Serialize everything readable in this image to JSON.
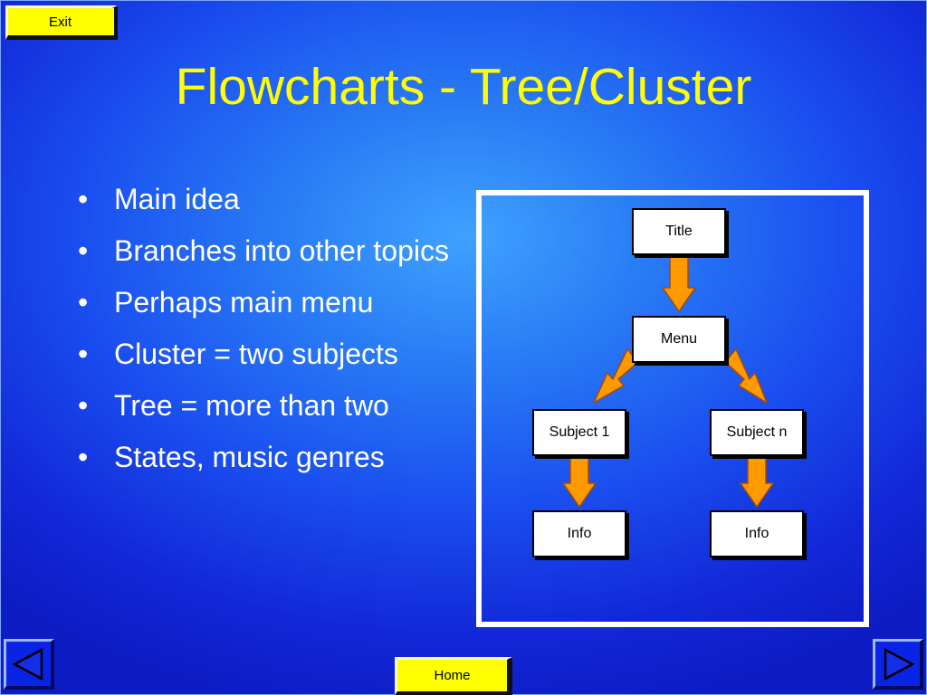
{
  "buttons": {
    "exit_label": "Exit",
    "home_label": "Home"
  },
  "slide": {
    "title": "Flowcharts - Tree/Cluster",
    "bullets": [
      "Main idea",
      "Branches into other topics",
      "Perhaps main menu",
      "Cluster = two subjects",
      "Tree = more than two",
      "States, music genres"
    ]
  },
  "diagram": {
    "title_box": "Title",
    "menu_box": "Menu",
    "subject_1_box": "Subject 1",
    "subject_n_box": "Subject n",
    "info_1_box": "Info",
    "info_n_box": "Info",
    "arrow_color": "#ff9900"
  },
  "navigation": {
    "prev_icon": "triangle-left-icon",
    "next_icon": "triangle-right-icon"
  },
  "colors": {
    "title": "#ffff00",
    "button_face": "#ffff00",
    "text": "#ffffff",
    "background": "#1a4ff0"
  }
}
